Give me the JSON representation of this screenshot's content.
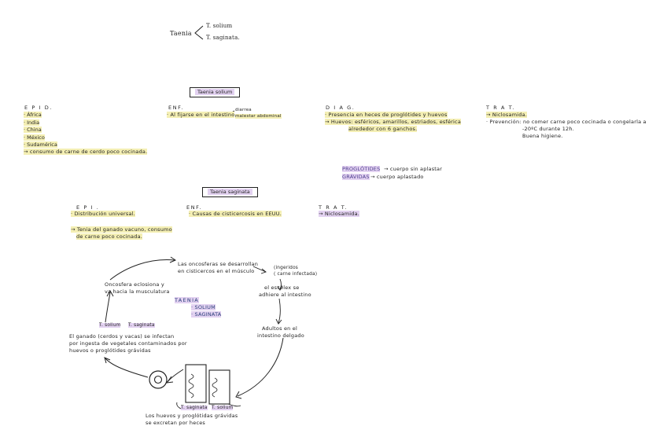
{
  "header": {
    "taenia": "Taenia",
    "solium": "T. solium",
    "saginata": "T. saginata."
  },
  "solium_section": {
    "title": "Taenia solium",
    "epid": {
      "heading": "E P I D.",
      "items": [
        "· África",
        "· India",
        "· China",
        "· México",
        "· Sudamérica"
      ],
      "note": "→ consumo de carne de cerdo poco cocinada."
    },
    "enf": {
      "heading": "ENF.",
      "text": "· Al fijarse en el intestino",
      "branch_a": "diarrea",
      "branch_b": "malestar abdominal"
    },
    "diag": {
      "heading": "D I A G.",
      "line1": "· Presencia en heces de proglótides y huevos",
      "line2": "→ Huevos: esféricos, amarillos, estriados, esférica",
      "line3": "alrededor con 6 ganchos."
    },
    "treat": {
      "heading": "T R A T.",
      "line1": "→ Niclosamida.",
      "line2": "· Prevención: no comer carne poco cocinada o congelarla a",
      "line3": "-20ºC durante 12h.",
      "line4": "Buena higiene."
    }
  },
  "definitions": {
    "proglotides_term": "PROGLÓTIDES",
    "proglotides_def": "→ cuerpo sin aplastar",
    "gravidas_term": "GRÁVIDAS",
    "gravidas_def": "→ cuerpo aplastado"
  },
  "saginata_section": {
    "title": "Taenia saginata",
    "epi": {
      "heading": "E P I .",
      "line1": "· Distribución universal.",
      "note1": "→ Tenia del ganado vacuno, consumo",
      "note2": "de carne poco cocinada."
    },
    "enf": {
      "heading": "ENF.",
      "line1": "· Causas de cisticercosis en EEUU."
    },
    "treat": {
      "heading": "T R A T.",
      "line1": "→ Niclosamida."
    }
  },
  "cycle": {
    "center_title": "TAENIA",
    "center_item1": "· SOLIUM",
    "center_item2": "· SAGINATA",
    "step_top_1": "Las oncosferas se desarrollan",
    "step_top_2": "en cisticercos en el músculo",
    "step_ingest_1": "(ingeridos",
    "step_ingest_2": "( carne infectada)",
    "step_escolex_1": "el escólex se",
    "step_escolex_2": "adhiere al intestino",
    "step_adults_1": "Adultos en el",
    "step_adults_2": "intestino delgado",
    "step_bottom_1": "Los huevos y proglótidas grávidas",
    "step_bottom_2": "se excretan por heces",
    "step_left_1": "El ganado (cerdos y vacas) se infectan",
    "step_left_2": "por ingesta de vegetales contaminados por",
    "step_left_3": "huevos o proglótides grávidas",
    "step_onco_1": "Oncosfera eclosiona y",
    "step_onco_2": "va hacia la musculatura",
    "label_solium_left": "T. solium",
    "label_saginata_left": "T. saginata",
    "label_saginata_bottom": "T. saginata",
    "label_solium_bottom": "T. solium"
  }
}
